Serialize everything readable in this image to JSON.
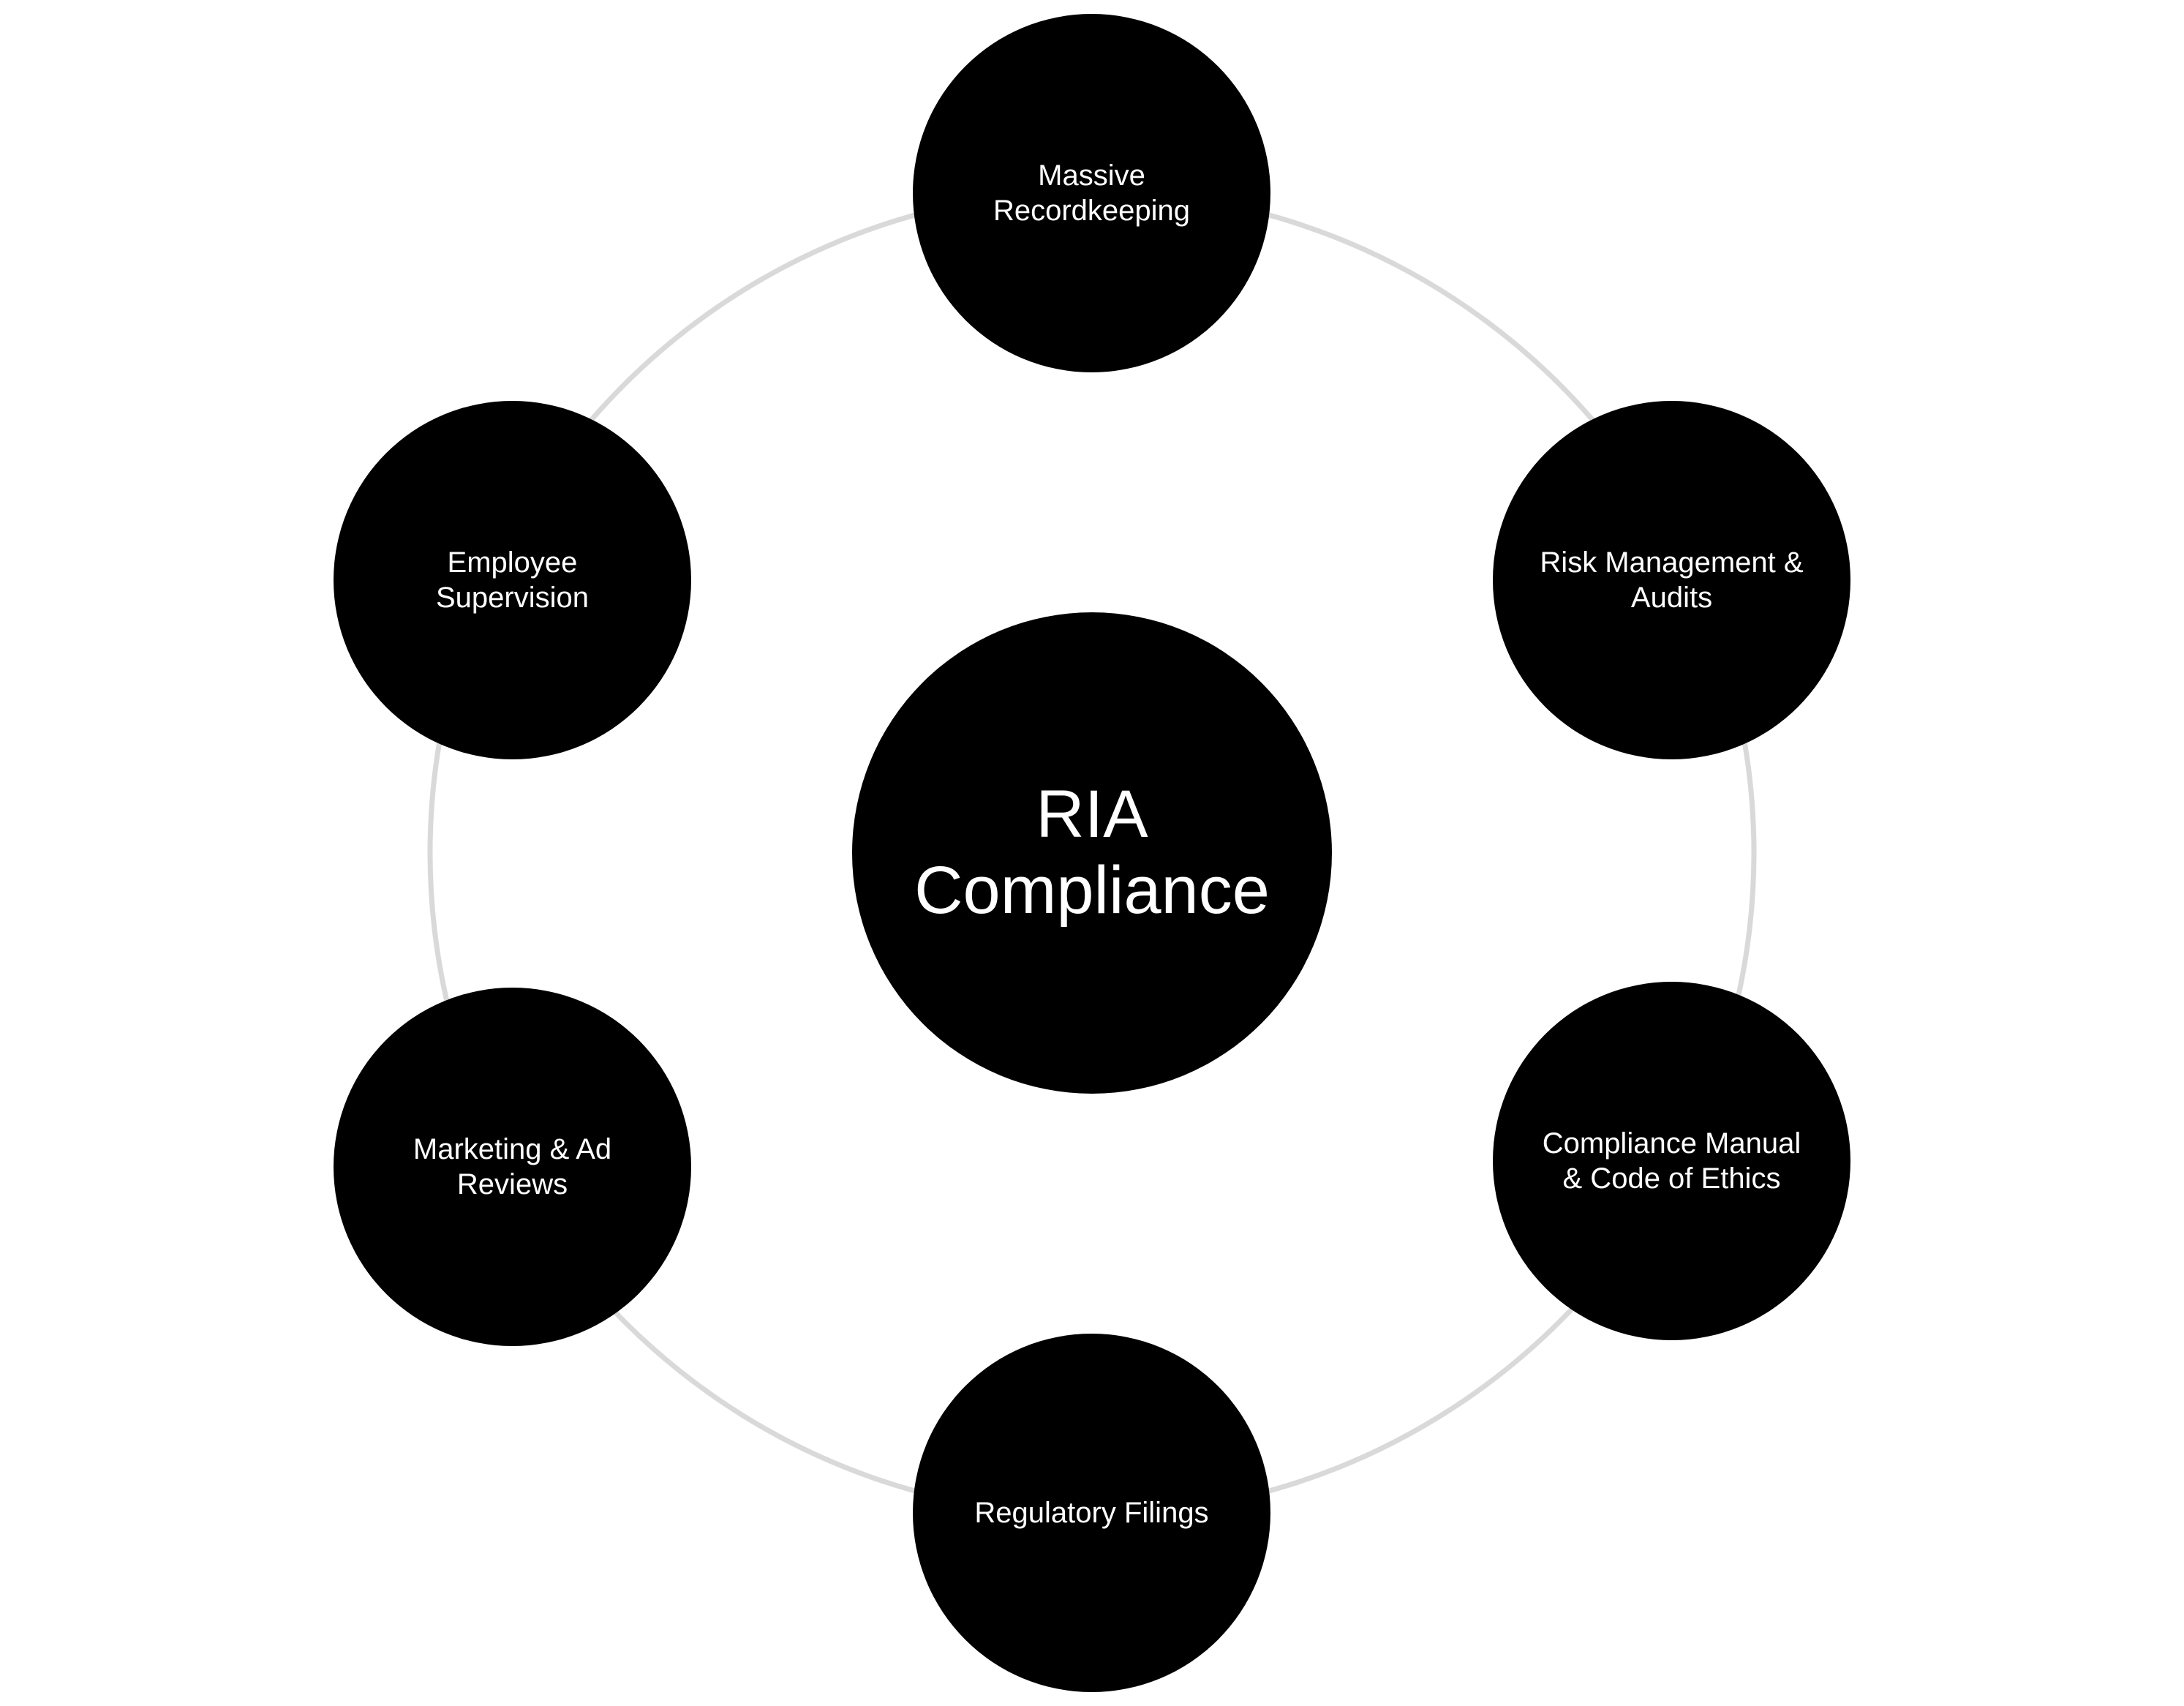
{
  "colors": {
    "background": "#ffffff",
    "node_fill": "#000000",
    "node_text": "#ffffff",
    "ring_stroke": "#d9d9d9"
  },
  "center": {
    "label": "RIA\nCompliance"
  },
  "nodes": [
    {
      "id": "massive-recordkeeping",
      "label": "Massive\nRecordkeeping"
    },
    {
      "id": "risk-management-audits",
      "label": "Risk Management &\nAudits"
    },
    {
      "id": "compliance-manual-code-of-ethics",
      "label": "Compliance Manual\n& Code of Ethics"
    },
    {
      "id": "regulatory-filings",
      "label": "Regulatory Filings"
    },
    {
      "id": "marketing-ad-reviews",
      "label": "Marketing & Ad\nReviews"
    },
    {
      "id": "employee-supervision",
      "label": "Employee\nSupervision"
    }
  ]
}
